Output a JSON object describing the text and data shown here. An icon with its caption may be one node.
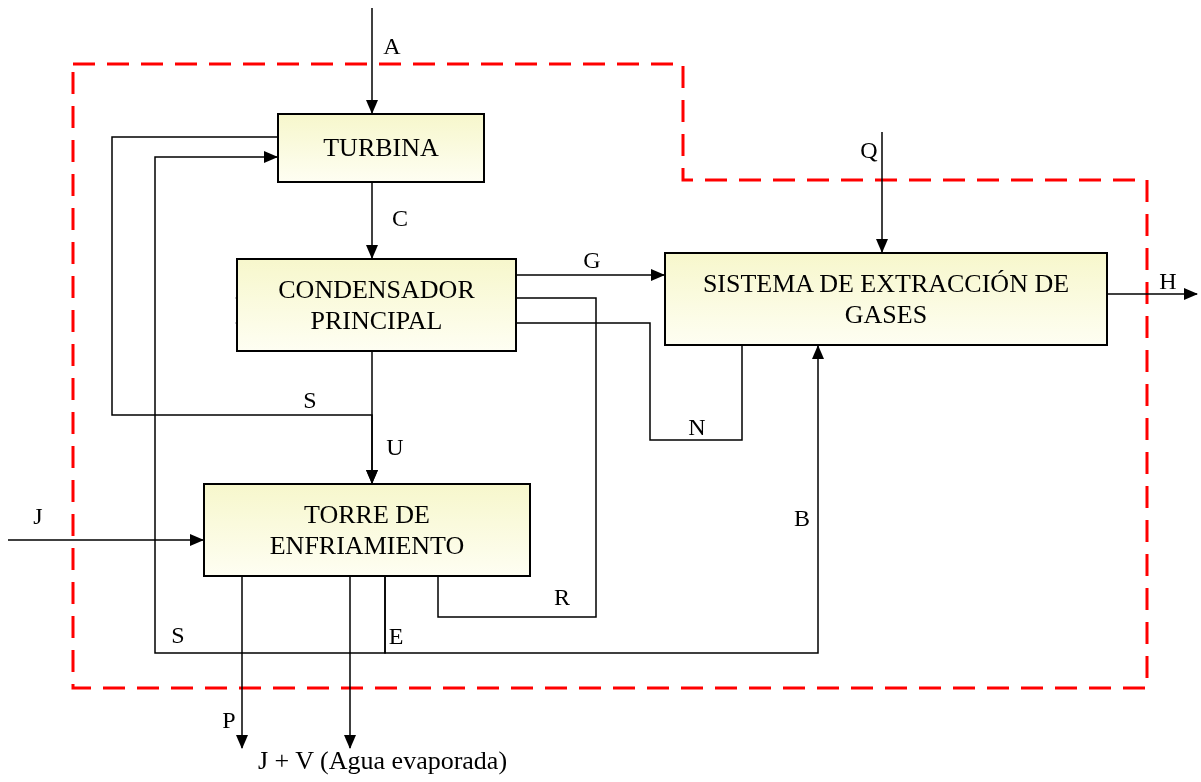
{
  "diagram": {
    "nodes": [
      {
        "text": [
          "TURBINA"
        ]
      },
      {
        "text": [
          "CONDENSADOR PRINCIPAL"
        ]
      },
      {
        "text": [
          "SISTEMA DE EXTRACCIÓN DE GASES"
        ]
      },
      {
        "text": [
          "TORRE DE ENFRIAMIENTO"
        ]
      },
      {
        "text": [
          "J + V (Agua evaporada)"
        ]
      }
    ],
    "edges": [
      {
        "from": null,
        "to": 0,
        "arrow": "to",
        "label": "A"
      },
      {
        "from": 0,
        "to": 1,
        "arrow": "to",
        "label": "C"
      },
      {
        "from": 1,
        "to": 2,
        "arrow": "to",
        "label": "G"
      },
      {
        "from": 2,
        "to": null,
        "arrow": "to",
        "label": "H"
      },
      {
        "from": null,
        "to": 2,
        "arrow": "to",
        "label": "Q"
      },
      {
        "from": 2,
        "to": 1,
        "arrow": "to",
        "label": "N"
      },
      {
        "from": 3,
        "to": 1,
        "arrow": "to",
        "label": "R"
      },
      {
        "from": 0,
        "to": 3,
        "arrow": "to",
        "label": "S"
      },
      {
        "from": 1,
        "to": 3,
        "arrow": "to",
        "label": "U"
      },
      {
        "from": 3,
        "to": 0,
        "arrow": "to",
        "label": "S"
      },
      {
        "from": 3,
        "to": 2,
        "arrow": "to",
        "label": "B"
      },
      {
        "from": 3,
        "to": 4,
        "arrow": "to",
        "label": "P"
      },
      {
        "from": 3,
        "to": 4,
        "arrow": "to"
      },
      {
        "from": null,
        "to": 3,
        "arrow": "to",
        "label": "J"
      }
    ],
    "labels": [
      "E"
    ]
  }
}
